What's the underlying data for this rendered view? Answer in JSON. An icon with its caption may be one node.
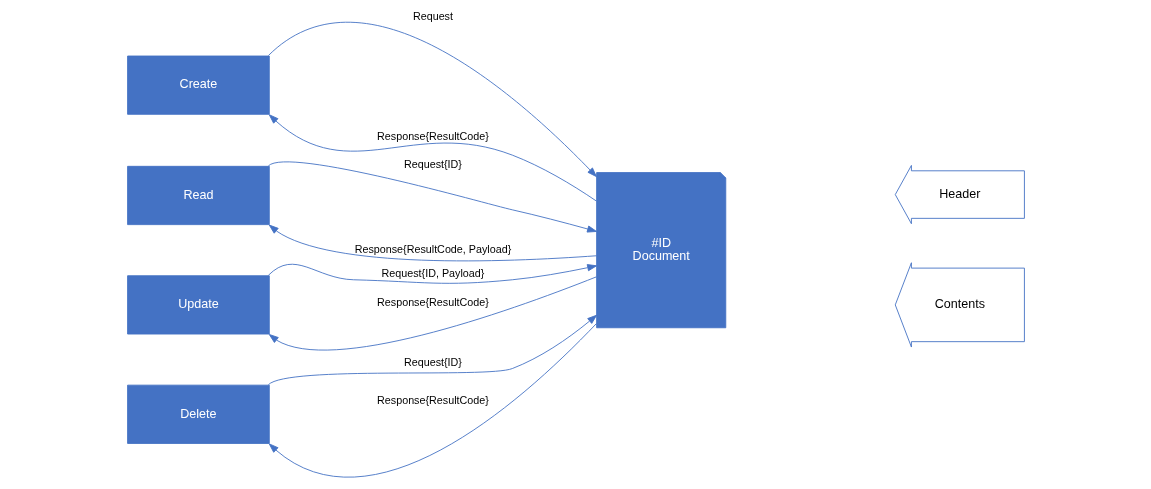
{
  "diagram": {
    "nodes": [
      {
        "text": [
          "Create"
        ]
      },
      {
        "text": [
          "Read"
        ]
      },
      {
        "text": [
          "Update"
        ]
      },
      {
        "text": [
          "Delete"
        ]
      },
      {
        "text": [
          "#ID",
          "Document"
        ]
      },
      {
        "text": [
          "Header"
        ]
      },
      {
        "text": [
          "Contents"
        ]
      }
    ],
    "edges": [
      {
        "from": 0,
        "to": 4,
        "arrow": "to",
        "label": "Request"
      },
      {
        "from": 4,
        "to": 0,
        "arrow": "to",
        "label": "Response{ResultCode}"
      },
      {
        "from": 1,
        "to": 4,
        "arrow": "to",
        "label": "Request{ID}"
      },
      {
        "from": 4,
        "to": 1,
        "arrow": "to",
        "label": "Response{ResultCode, Payload}"
      },
      {
        "from": 2,
        "to": 4,
        "arrow": "to",
        "label": "Request{ID, Payload}"
      },
      {
        "from": 4,
        "to": 2,
        "arrow": "to",
        "label": "Response{ResultCode}"
      },
      {
        "from": 3,
        "to": 4,
        "arrow": "to",
        "label": "Request{ID}"
      },
      {
        "from": 4,
        "to": 3,
        "arrow": "to",
        "label": "Response{ResultCode}"
      }
    ]
  }
}
